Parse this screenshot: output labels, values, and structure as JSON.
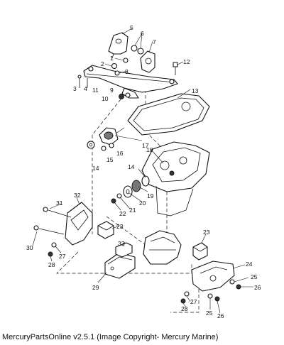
{
  "caption": "MercuryPartsOnline v2.5.1 (Image Copyright- Mercury Marine)",
  "callouts": [
    {
      "id": "c1",
      "text": "1"
    },
    {
      "id": "c2",
      "text": "2"
    },
    {
      "id": "c3",
      "text": "3"
    },
    {
      "id": "c4",
      "text": "4"
    },
    {
      "id": "c5",
      "text": "5"
    },
    {
      "id": "c6",
      "text": "6"
    },
    {
      "id": "c7",
      "text": "7"
    },
    {
      "id": "c8",
      "text": "8"
    },
    {
      "id": "c9",
      "text": "9"
    },
    {
      "id": "c10",
      "text": "10"
    },
    {
      "id": "c11",
      "text": "11"
    },
    {
      "id": "c12",
      "text": "12"
    },
    {
      "id": "c13",
      "text": "13"
    },
    {
      "id": "c14a",
      "text": "14"
    },
    {
      "id": "c15",
      "text": "15"
    },
    {
      "id": "c16",
      "text": "16"
    },
    {
      "id": "c17",
      "text": "17"
    },
    {
      "id": "c18",
      "text": "18"
    },
    {
      "id": "c14b",
      "text": "14"
    },
    {
      "id": "c19",
      "text": "19"
    },
    {
      "id": "c20",
      "text": "20"
    },
    {
      "id": "c21",
      "text": "21"
    },
    {
      "id": "c22",
      "text": "22"
    },
    {
      "id": "c32",
      "text": "32"
    },
    {
      "id": "c31",
      "text": "31"
    },
    {
      "id": "c23a",
      "text": "23"
    },
    {
      "id": "c30",
      "text": "30"
    },
    {
      "id": "c27a",
      "text": "27"
    },
    {
      "id": "c28a",
      "text": "28"
    },
    {
      "id": "c33",
      "text": "33"
    },
    {
      "id": "c23b",
      "text": "23"
    },
    {
      "id": "c29",
      "text": "29"
    },
    {
      "id": "c24",
      "text": "24"
    },
    {
      "id": "c25a",
      "text": "25"
    },
    {
      "id": "c26a",
      "text": "26"
    },
    {
      "id": "c27b",
      "text": "27"
    },
    {
      "id": "c28b",
      "text": "28"
    },
    {
      "id": "c25b",
      "text": "25"
    },
    {
      "id": "c26b",
      "text": "26"
    }
  ]
}
